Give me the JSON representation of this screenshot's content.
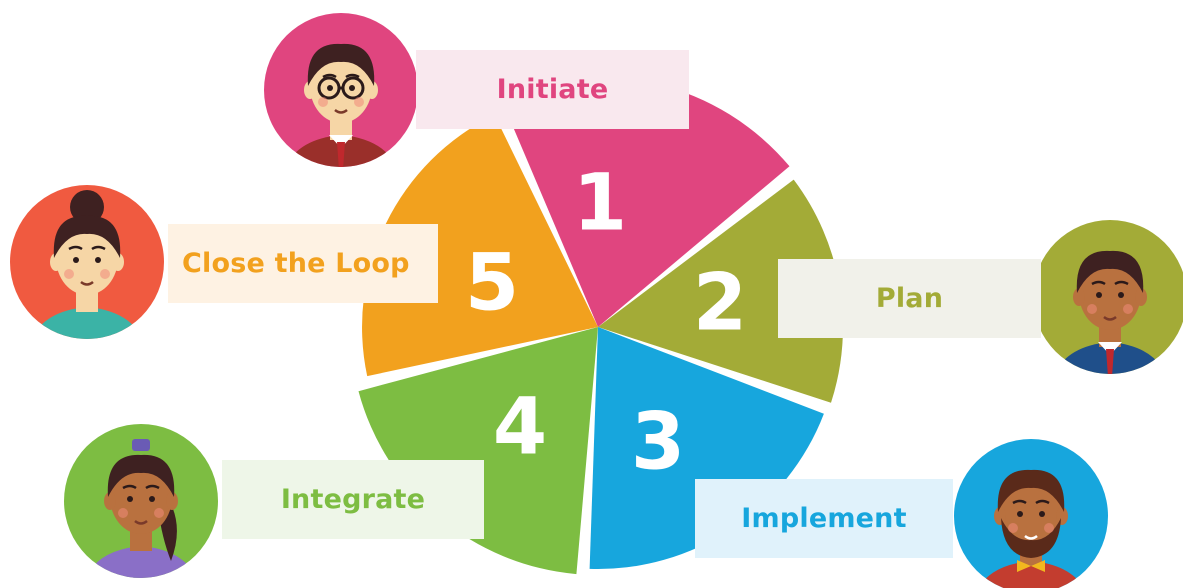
{
  "steps": [
    {
      "number": "1",
      "label": "Initiate",
      "color": "#e0457f",
      "label_bg": "#f9e8ee",
      "avatar": "man-with-glasses-avatar"
    },
    {
      "number": "2",
      "label": "Plan",
      "color": "#a3ab37",
      "label_bg": "#f1f1ea",
      "avatar": "man-with-tie-avatar"
    },
    {
      "number": "3",
      "label": "Implement",
      "color": "#17a6dd",
      "label_bg": "#e0f2fb",
      "avatar": "bearded-man-with-bowtie-avatar"
    },
    {
      "number": "4",
      "label": "Integrate",
      "color": "#7dbd42",
      "label_bg": "#eef6e8",
      "avatar": "woman-with-ponytail-avatar"
    },
    {
      "number": "5",
      "label": "Close the Loop",
      "color": "#f2a11e",
      "label_bg": "#fef2e3",
      "avatar": "woman-with-bun-avatar"
    }
  ],
  "colors": {
    "skin_light": "#f6d6a6",
    "skin_dark": "#b9713f",
    "hair_dark": "#3e2121",
    "avatar_bg_pink": "#e0457f",
    "avatar_bg_orange": "#f05a40",
    "avatar_bg_olive": "#a3ab37",
    "avatar_bg_green": "#7dbd42",
    "avatar_bg_blue": "#17a6dd"
  }
}
